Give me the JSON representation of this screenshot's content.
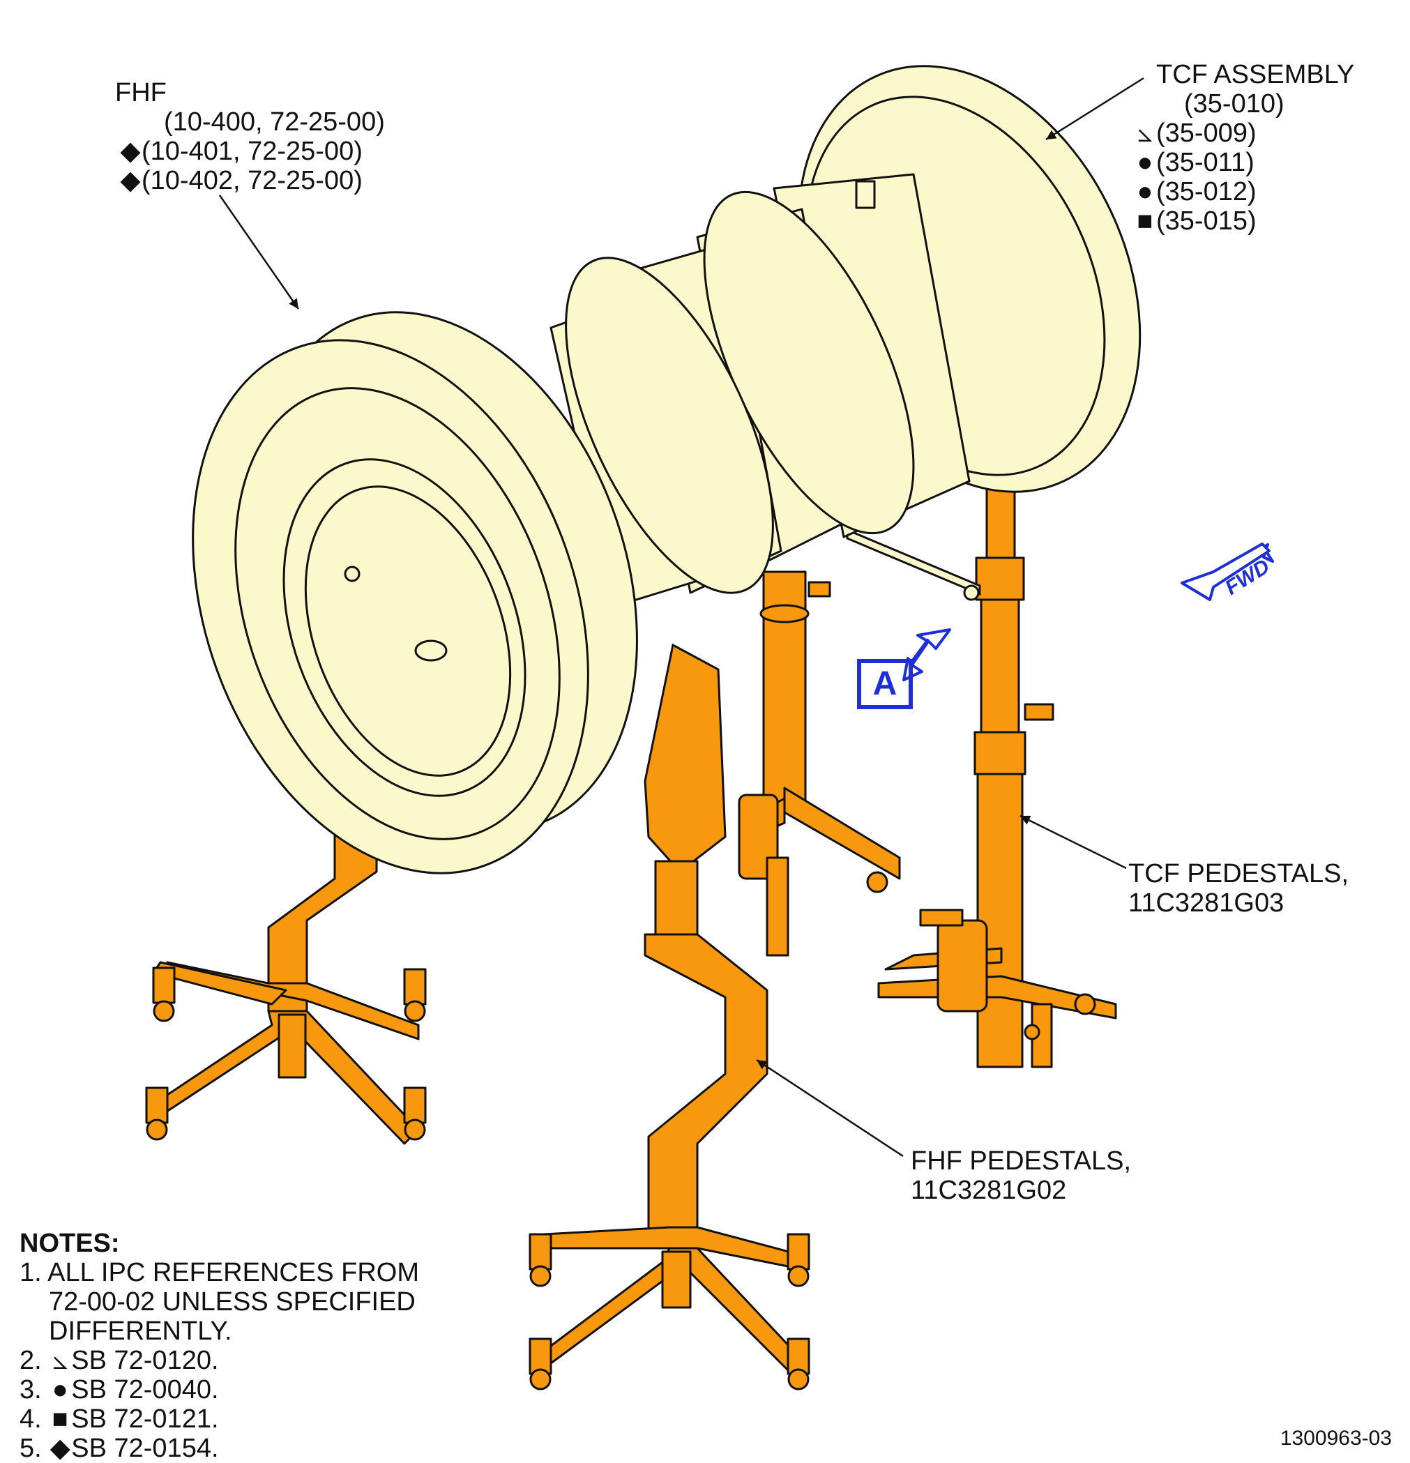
{
  "colors": {
    "engine_fill": "#fbf8cc",
    "pedestal_fill": "#f7980f",
    "outline": "#111111",
    "callout_blue": "#1f2fd6"
  },
  "callouts": {
    "fhf": {
      "title": "FHF",
      "refs": [
        {
          "symbol": "",
          "text": "(10-400, 72-25-00)"
        },
        {
          "symbol": "◆",
          "text": "(10-401, 72-25-00)"
        },
        {
          "symbol": "◆",
          "text": "(10-402, 72-25-00)"
        }
      ]
    },
    "tcf_assembly": {
      "title": "TCF ASSEMBLY",
      "refs": [
        {
          "symbol": "",
          "text": "(35-010)"
        },
        {
          "symbol": "⦣",
          "text": "(35-009)"
        },
        {
          "symbol": "●",
          "text": "(35-011)"
        },
        {
          "symbol": "●",
          "text": "(35-012)"
        },
        {
          "symbol": "■",
          "text": "(35-015)"
        }
      ]
    },
    "tcf_pedestals": {
      "line1": "TCF PEDESTALS,",
      "line2": "11C3281G03"
    },
    "fhf_pedestals": {
      "line1": "FHF PEDESTALS,",
      "line2": "11C3281G02"
    },
    "view_marker": "A",
    "fwd_arrow": "FWD"
  },
  "notes": {
    "heading": "NOTES:",
    "items": [
      {
        "num": "1.",
        "symbol": "",
        "text": "ALL IPC REFERENCES FROM",
        "cont": [
          "72-00-02 UNLESS SPECIFIED",
          "DIFFERENTLY."
        ]
      },
      {
        "num": "2.",
        "symbol": "⦣",
        "text": "SB 72-0120.",
        "cont": []
      },
      {
        "num": "3.",
        "symbol": "●",
        "text": "SB 72-0040.",
        "cont": []
      },
      {
        "num": "4.",
        "symbol": "■",
        "text": "SB 72-0121.",
        "cont": []
      },
      {
        "num": "5.",
        "symbol": "◆",
        "text": "SB 72-0154.",
        "cont": []
      }
    ]
  },
  "figure_id": "1300963-03"
}
